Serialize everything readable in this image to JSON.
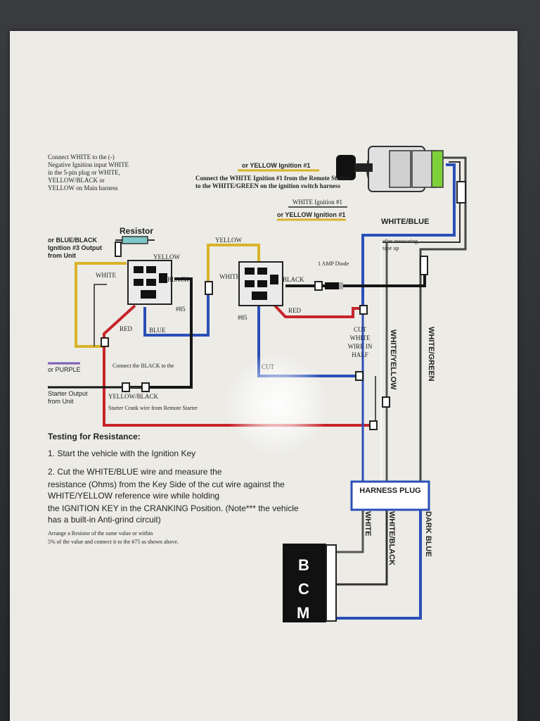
{
  "labels": {
    "connect_white_note": "Connect WHITE to the (-) Negative Ignition input WHITE in the 5-pin plug or WHITE, YELLOW/BLACK or YELLOW on Main harness",
    "blue_black_ign": "or BLUE/BLACK Ignition #3 Output from Unit",
    "resistor": "Resistor",
    "yellow_ign1_top": "or YELLOW Ignition #1",
    "connect_white_ign": "Connect the WHITE Ignition #1 from the Remote Starter to the WHITE/GREEN on the ignition switch harness",
    "white_ign1": "WHITE Ignition #1",
    "yellow_ign1_bottom": "or YELLOW Ignition #1",
    "white_blue": "WHITE/BLUE",
    "after_measuring": "after measuring tape up",
    "yellow_r1": "YELLOW",
    "white_r1": "WHITE",
    "black_r1": "BLACK",
    "n85_r1": "#85",
    "red_r1": "RED",
    "blue_r1": "BLUE",
    "yellow_r2": "YELLOW",
    "white_r2": "WHITE",
    "black_r2": "BLACK",
    "n85_r2": "#85",
    "red_r2": "RED",
    "amp_diode": "1 AMP Diode",
    "cut_white_wire": "CUT WHITE WIRE IN HALF",
    "cut": "CUT",
    "or_purple": "or PURPLE",
    "starter_output": "Starter Output from Unit",
    "connect_black": "Connect the BLACK to the",
    "yellow_black": "YELLOW/BLACK",
    "starter_crank": "Starter Crank wire from Remote Starter",
    "white_yellow_v": "WHITE/YELLOW",
    "white_green_v": "WHITE/GREEN",
    "harness_plug": "HARNESS PLUG",
    "white_v": "WHITE",
    "white_black_v": "WHITE/BLACK",
    "dark_blue_v": "DARK BLUE",
    "bcm_b": "B",
    "bcm_c": "C",
    "bcm_m": "M"
  },
  "instructions": {
    "heading": "Testing for Resistance:",
    "step1": "1. Start the vehicle with the Ignition Key",
    "step2_line1": "2. Cut the WHITE/BLUE wire and measure the",
    "step2_line2": "resistance (Ohms) from the Key Side of the cut wire against the",
    "step2_line3": "WHITE/YELLOW reference wire while holding",
    "step2_line4": "the IGNITION KEY in the CRANKING Position. (Note*** the vehicle",
    "step2_line5": "has a built-in Anti-grind circuit)",
    "step3_line1": "Arrange a Resistor of the same value or within",
    "step3_line2": "5% of the value and connect it to the #75 as shown above."
  },
  "colors": {
    "red": "#c8242b",
    "blue": "#2a4fb8",
    "yellow": "#d9b32a",
    "black": "#151515",
    "white_wire": "#f7f7f7",
    "green": "#7fcf3a",
    "purple": "#7b5fb5",
    "resistor": "#7ec8c8"
  }
}
